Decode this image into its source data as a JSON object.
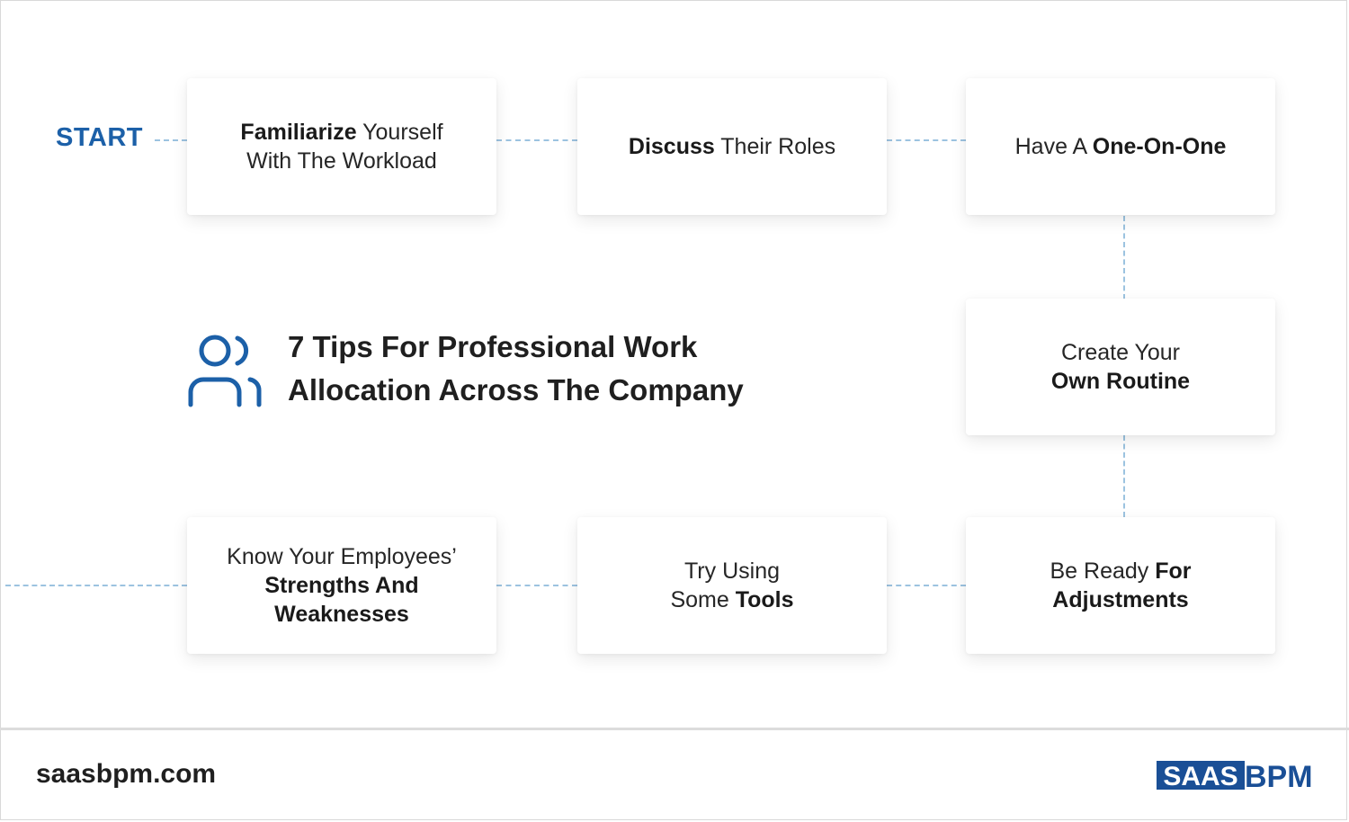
{
  "start_label": "START",
  "title": {
    "line1": "7 Tips For Professional Work",
    "line2": "Allocation Across The Company"
  },
  "steps": [
    {
      "parts": [
        {
          "text": "Familiarize",
          "bold": true
        },
        {
          "text": " Yourself",
          "bold": false
        },
        {
          "br": true
        },
        {
          "text": "With The Workload",
          "bold": false
        }
      ]
    },
    {
      "parts": [
        {
          "text": "Discuss",
          "bold": true
        },
        {
          "text": " Their Roles",
          "bold": false
        }
      ]
    },
    {
      "parts": [
        {
          "text": "Have A ",
          "bold": false
        },
        {
          "text": "One-On-One",
          "bold": true
        }
      ]
    },
    {
      "parts": [
        {
          "text": "Create Your",
          "bold": false
        },
        {
          "br": true
        },
        {
          "text": "Own Routine",
          "bold": true
        }
      ]
    },
    {
      "parts": [
        {
          "text": "Be Ready ",
          "bold": false
        },
        {
          "text": "For",
          "bold": true
        },
        {
          "br": true
        },
        {
          "text": "Adjustments",
          "bold": true
        }
      ]
    },
    {
      "parts": [
        {
          "text": "Try Using",
          "bold": false
        },
        {
          "br": true
        },
        {
          "text": "Some ",
          "bold": false
        },
        {
          "text": "Tools",
          "bold": true
        }
      ]
    },
    {
      "parts": [
        {
          "text": "Know Your Employees’",
          "bold": false
        },
        {
          "br": true
        },
        {
          "text": "Strengths And",
          "bold": true
        },
        {
          "br": true
        },
        {
          "text": "Weaknesses",
          "bold": true
        }
      ]
    }
  ],
  "footer": {
    "site": "saasbpm.com",
    "logo_left": "SAAS",
    "logo_right": "BPM"
  },
  "colors": {
    "accent": "#1c60a8",
    "connector": "#9cc3e0",
    "logo_blue": "#1a4f96"
  },
  "icons": {
    "title_icon": "people-icon"
  }
}
